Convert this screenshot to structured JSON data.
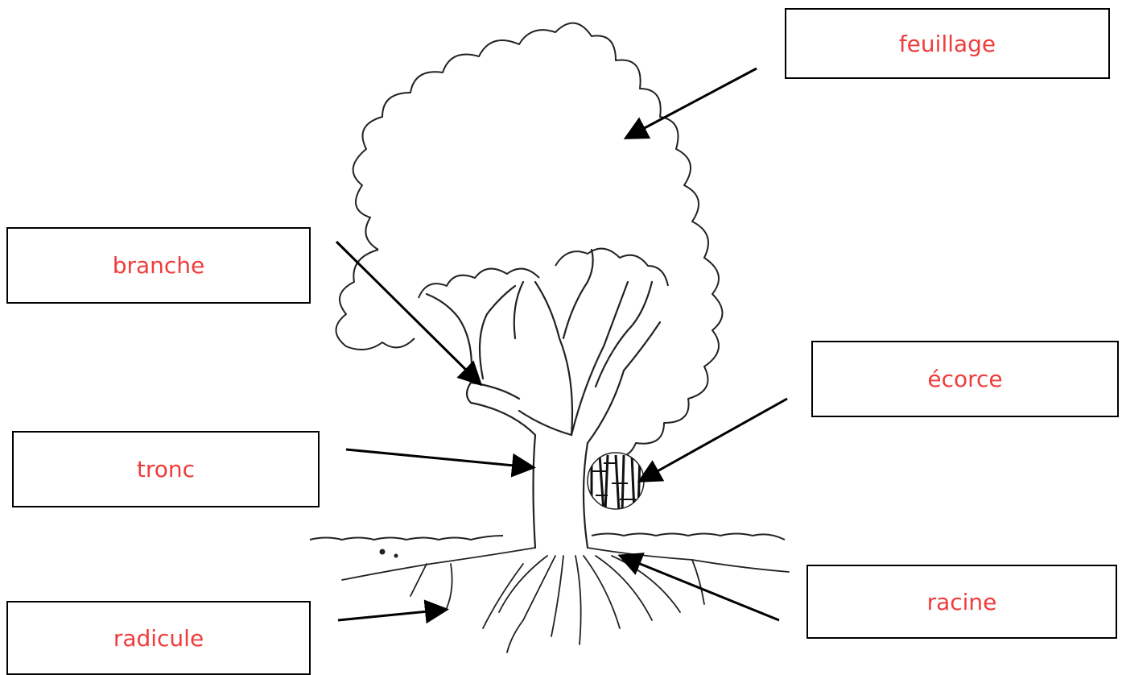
{
  "labels": {
    "feuillage": "feuillage",
    "branche": "branche",
    "ecorce": "écorce",
    "tronc": "tronc",
    "racine": "racine",
    "radicule": "radicule"
  },
  "colors": {
    "label_text": "#f03c3c",
    "line": "#000000"
  }
}
